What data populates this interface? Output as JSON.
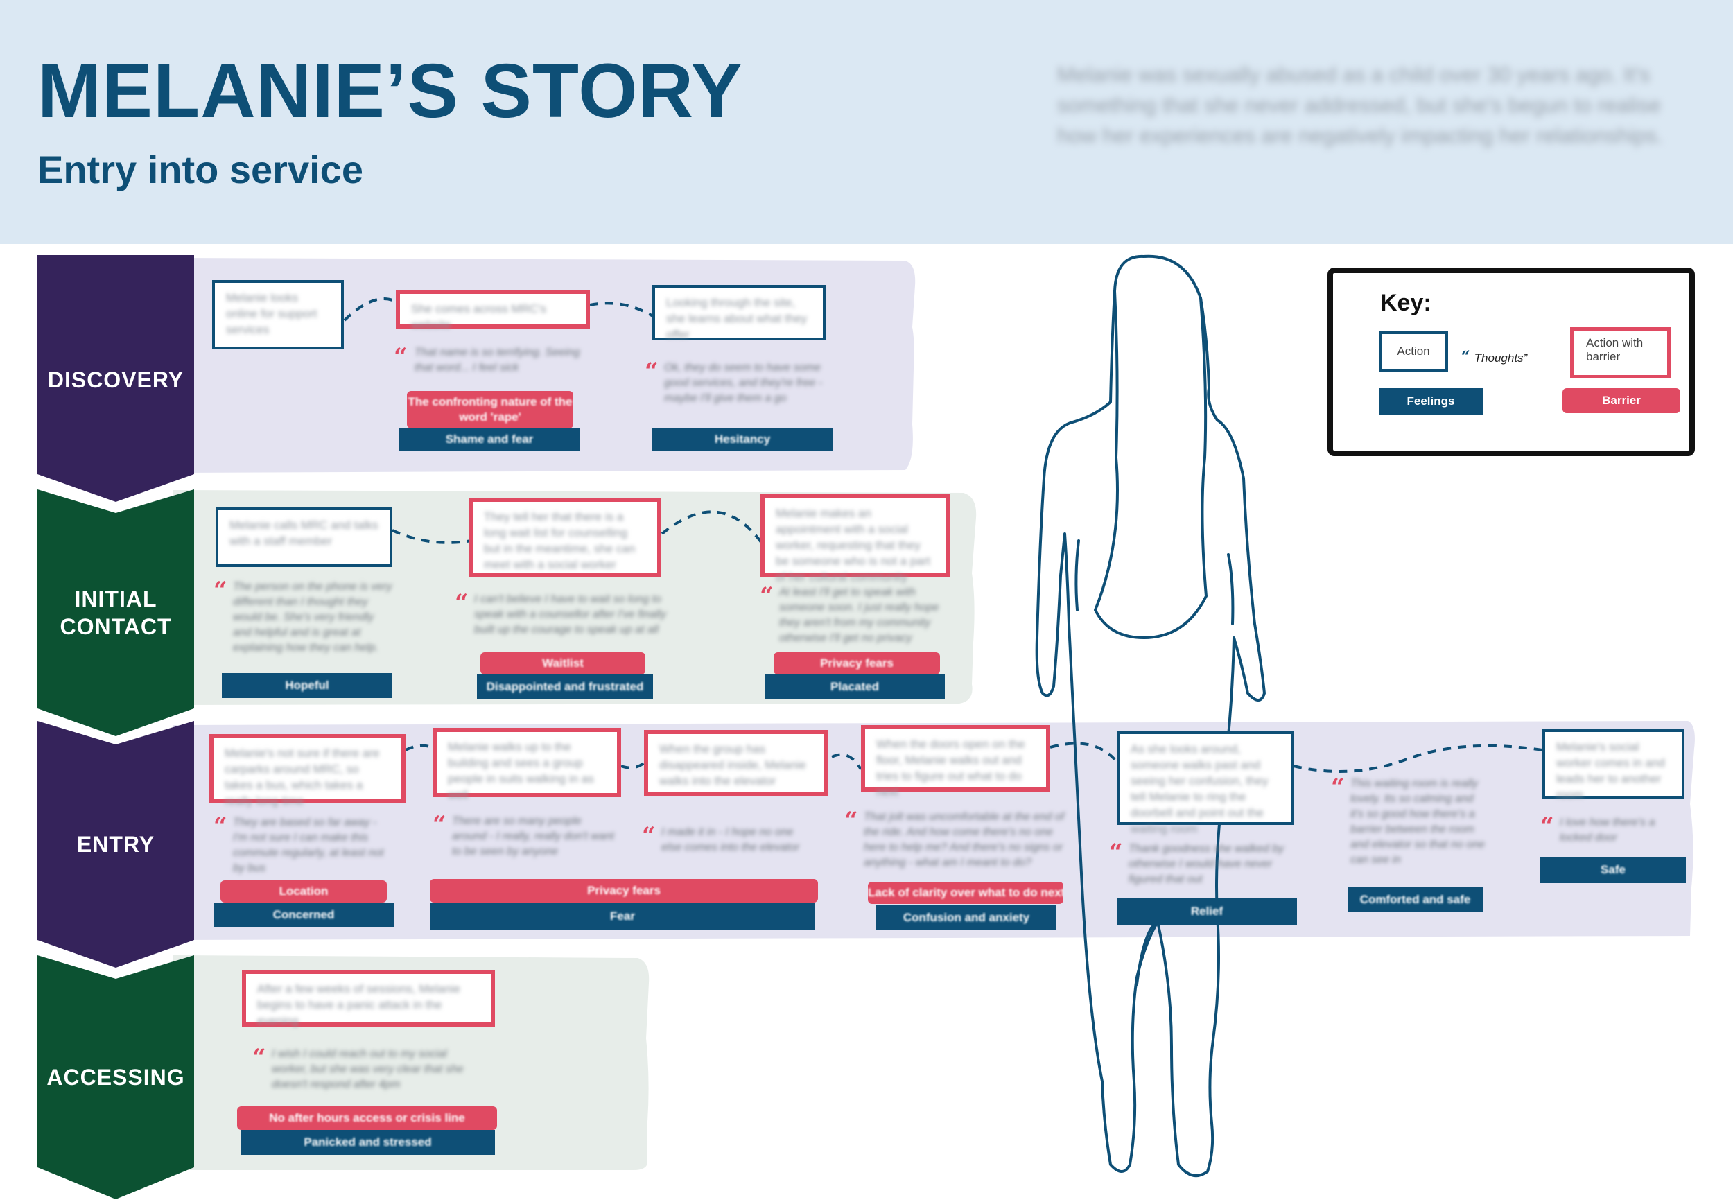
{
  "header": {
    "title": "MELANIE’S STORY",
    "subtitle": "Entry into service",
    "intro": "Melanie was sexually abused as a child over 30 years ago. It's something that she never addressed, but she's begun to realise how her experiences are negatively impacting her relationships."
  },
  "colors": {
    "navy": "#0e4f76",
    "purple": "#35235b",
    "green": "#0c5232",
    "red": "#e04a62",
    "band_purple": "#e4e3f1",
    "band_green": "#e7ede9",
    "header_bg": "#dbe8f3"
  },
  "stages": [
    {
      "label": "DISCOVERY",
      "color": "purple",
      "steps": [
        {
          "type": "action",
          "text": "Melanie looks online for support services"
        },
        {
          "type": "barrier",
          "text": "She comes across MRC's website",
          "thought": "That name is so terrifying. Seeing that word... I feel sick",
          "barrier": "The confronting nature of the word 'rape'",
          "feeling": "Shame and fear"
        },
        {
          "type": "action",
          "text": "Looking through the site, she learns about what they offer",
          "thought": "Ok, they do seem to have some good services, and they're free - maybe I'll give them a go",
          "feeling": "Hesitancy"
        }
      ]
    },
    {
      "label": "INITIAL CONTACT",
      "color": "green",
      "steps": [
        {
          "type": "action",
          "text": "Melanie calls MRC and talks with a staff member",
          "thought": "The person on the phone is very different than I thought they would be. She's very friendly and helpful and is great at explaining how they can help.",
          "feeling": "Hopeful"
        },
        {
          "type": "barrier",
          "text": "They tell her that there is a long wait list for counselling but in the meantime, she can meet with a social worker",
          "thought": "I can't believe I have to wait so long to speak with a counsellor after I've finally built up the courage to speak up at all",
          "barrier": "Waitlist",
          "feeling": "Disappointed and frustrated"
        },
        {
          "type": "barrier",
          "text": "Melanie makes an appointment with a social worker, requesting that they be someone who is not a part of her cultural community",
          "thought": "At least I'll get to speak with someone soon. I just really hope they aren't from my community otherwise I'll get no privacy",
          "barrier": "Privacy fears",
          "feeling": "Placated"
        }
      ]
    },
    {
      "label": "ENTRY",
      "color": "purple",
      "steps": [
        {
          "type": "barrier",
          "text": "Melanie's not sure if there are carparks around MRC, so takes a bus, which takes a really long time",
          "thought": "They are based so far away - I'm not sure I can make this commute regularly, at least not by bus",
          "barrier": "Location",
          "feeling": "Concerned"
        },
        {
          "type": "barrier",
          "text": "Melanie walks up to the building and sees a group people in suits walking in as well",
          "thought": "There are so many people around - I really, really don't want to be seen by anyone",
          "barrier": "Privacy fears",
          "feeling": "Fear"
        },
        {
          "type": "barrier",
          "text": "When the group has disappeared inside, Melanie walks into the elevator",
          "thought": "I made it in - I hope no one else comes into the elevator"
        },
        {
          "type": "barrier",
          "text": "When the doors open on the floor, Melanie walks out and tries to figure out what to do next",
          "thought": "That jolt was uncomfortable at the end of the ride. And how come there's no one here to help me? And there's no signs or anything - what am I meant to do?",
          "barrier": "Lack of clarity over what to do next",
          "feeling": "Confusion and anxiety"
        },
        {
          "type": "action",
          "text": "As she looks around, someone walks past and seeing her confusion, they tell Melanie to ring the doorbell and point out the waiting room",
          "thought": "Thank goodness she walked by otherwise I would have never figured that out",
          "feeling": "Relief"
        },
        {
          "type": "thought-only",
          "thought": "This waiting room is really lovely. Its so calming and it's so good how there's a barrier between the room and elevator so that no one can see in",
          "feeling": "Comforted and safe"
        },
        {
          "type": "action",
          "text": "Melanie's social worker comes in and leads her to another room",
          "thought": "I love how there's a locked door",
          "feeling": "Safe"
        }
      ]
    },
    {
      "label": "ACCESSING",
      "color": "green",
      "steps": [
        {
          "type": "barrier",
          "text": "After a few weeks of sessions, Melanie begins to have a panic attack in the evening",
          "thought": "I wish I could reach out to my social worker, but she was very clear that she doesn't respond after 4pm",
          "barrier": "No after hours access or crisis line",
          "feeling": "Panicked and stressed"
        }
      ]
    }
  ],
  "key": {
    "title": "Key:",
    "action": "Action",
    "thoughts": "Thoughts",
    "barrier_action": "Action with barrier",
    "feelings": "Feelings",
    "barrier": "Barrier"
  }
}
